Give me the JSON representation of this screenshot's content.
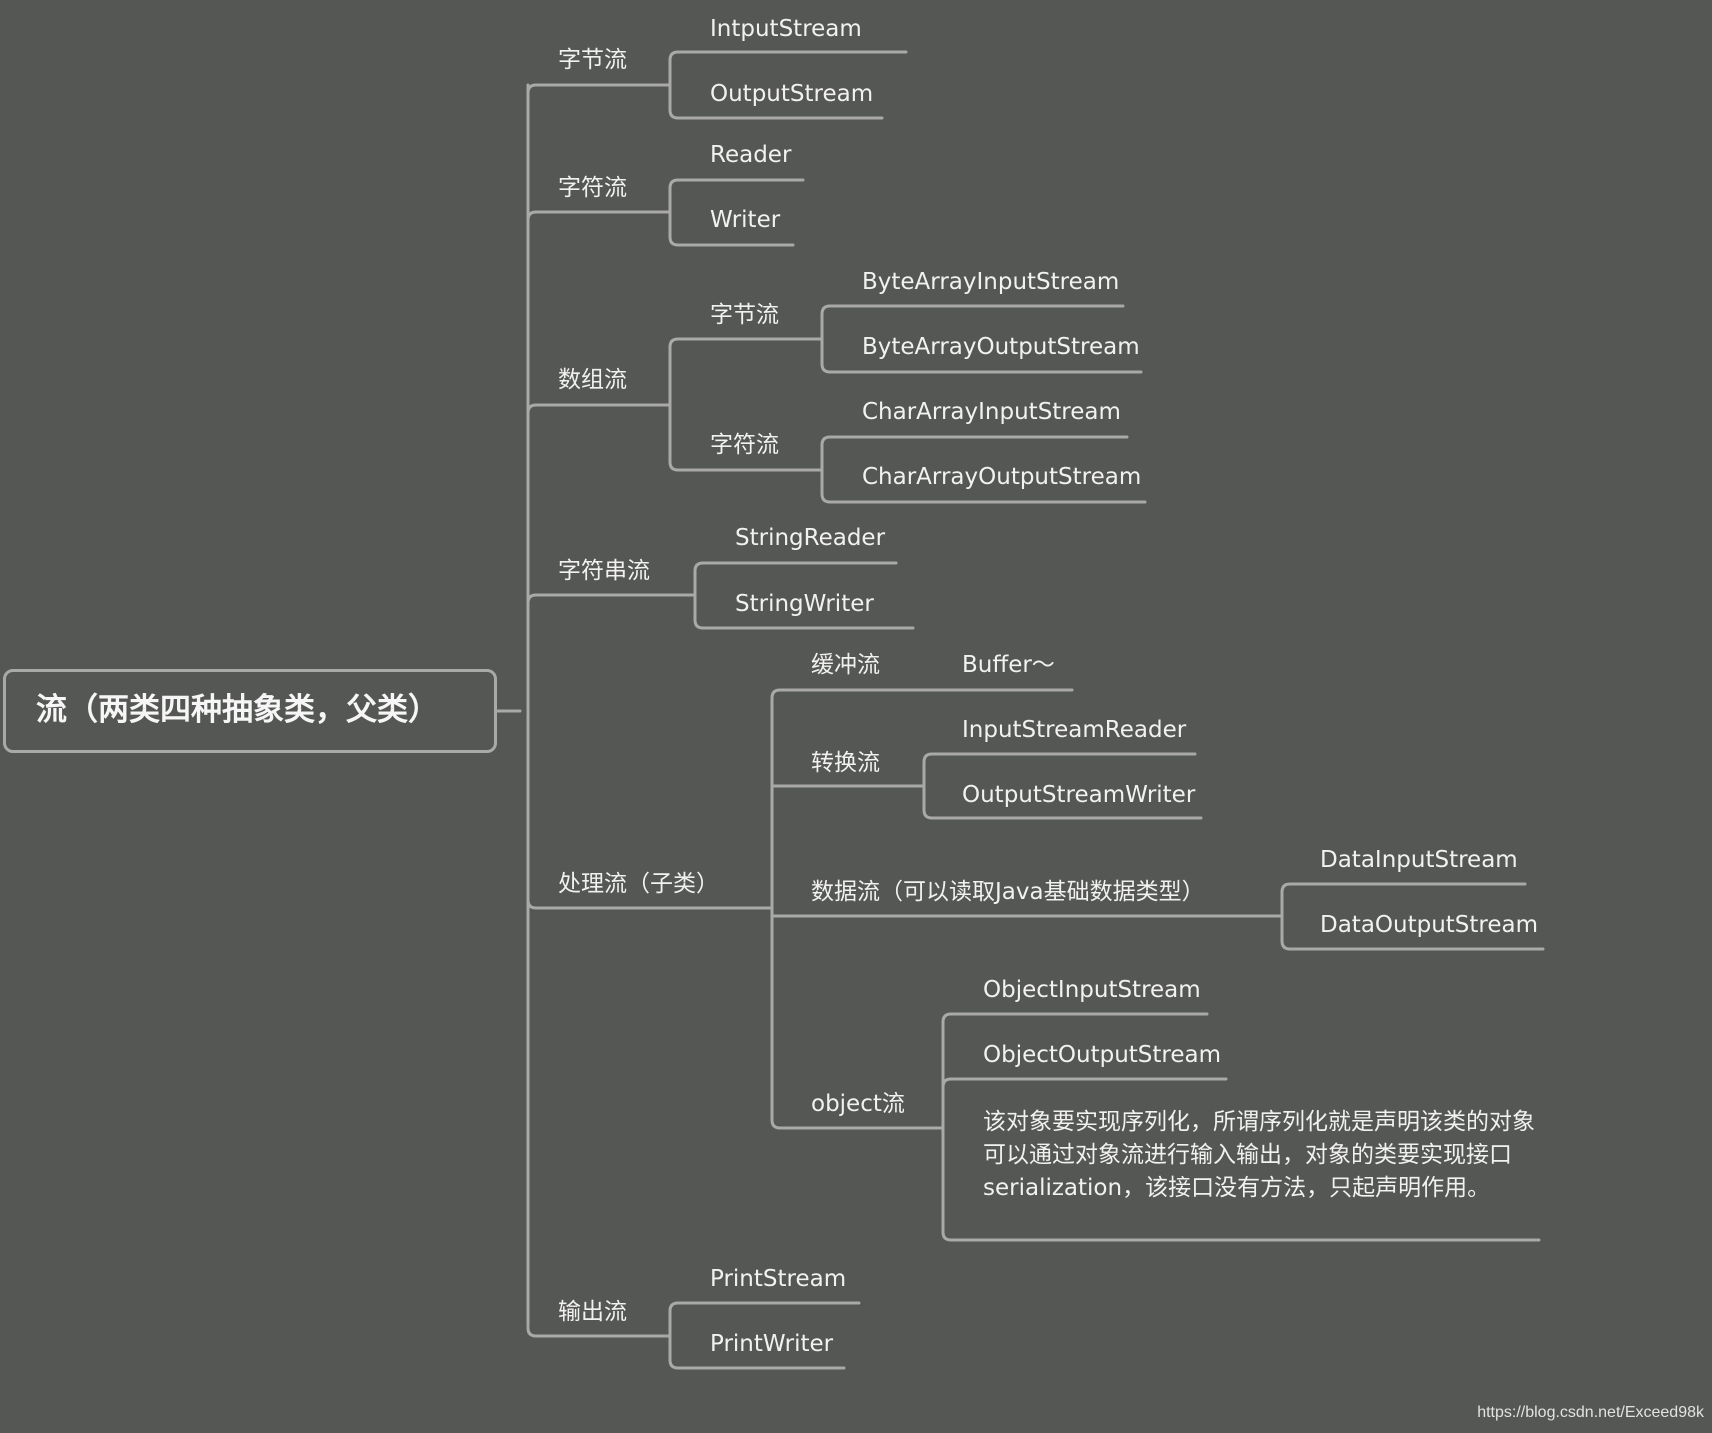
{
  "root": "流（两类四种抽象类，父类）",
  "byte_stream": {
    "label": "字节流",
    "items": [
      "IntputStream",
      "OutputStream"
    ]
  },
  "char_stream": {
    "label": "字符流",
    "items": [
      "Reader",
      "Writer"
    ]
  },
  "array_stream": {
    "label": "数组流",
    "byte": {
      "label": "字节流",
      "items": [
        "ByteArrayInputStream",
        "ByteArrayOutputStream"
      ]
    },
    "char": {
      "label": "字符流",
      "items": [
        "CharArrayInputStream",
        "CharArrayOutputStream"
      ]
    }
  },
  "string_stream": {
    "label": "字符串流",
    "items": [
      "StringReader",
      "StringWriter"
    ]
  },
  "process_stream": {
    "label": "处理流（子类）",
    "buffer": {
      "label": "缓冲流",
      "items": [
        "Buffer～"
      ]
    },
    "convert": {
      "label": "转换流",
      "items": [
        "InputStreamReader",
        "OutputStreamWriter"
      ]
    },
    "data": {
      "label": "数据流（可以读取Java基础数据类型）",
      "items": [
        "DataInputStream",
        "DataOutputStream"
      ]
    },
    "object": {
      "label": "object流",
      "items": [
        "ObjectInputStream",
        "ObjectOutputStream"
      ],
      "note": "该对象要实现序列化，所谓序列化就是声明该类的对象可以通过对象流进行输入输出，对象的类要实现接口serialization，该接口没有方法，只起声明作用。"
    }
  },
  "output_stream": {
    "label": "输出流",
    "items": [
      "PrintStream",
      "PrintWriter"
    ]
  },
  "watermark": "https://blog.csdn.net/Exceed98k",
  "colors": {
    "background": "#555754",
    "line": "#a9aaa7",
    "text": "#f1f1f1"
  }
}
